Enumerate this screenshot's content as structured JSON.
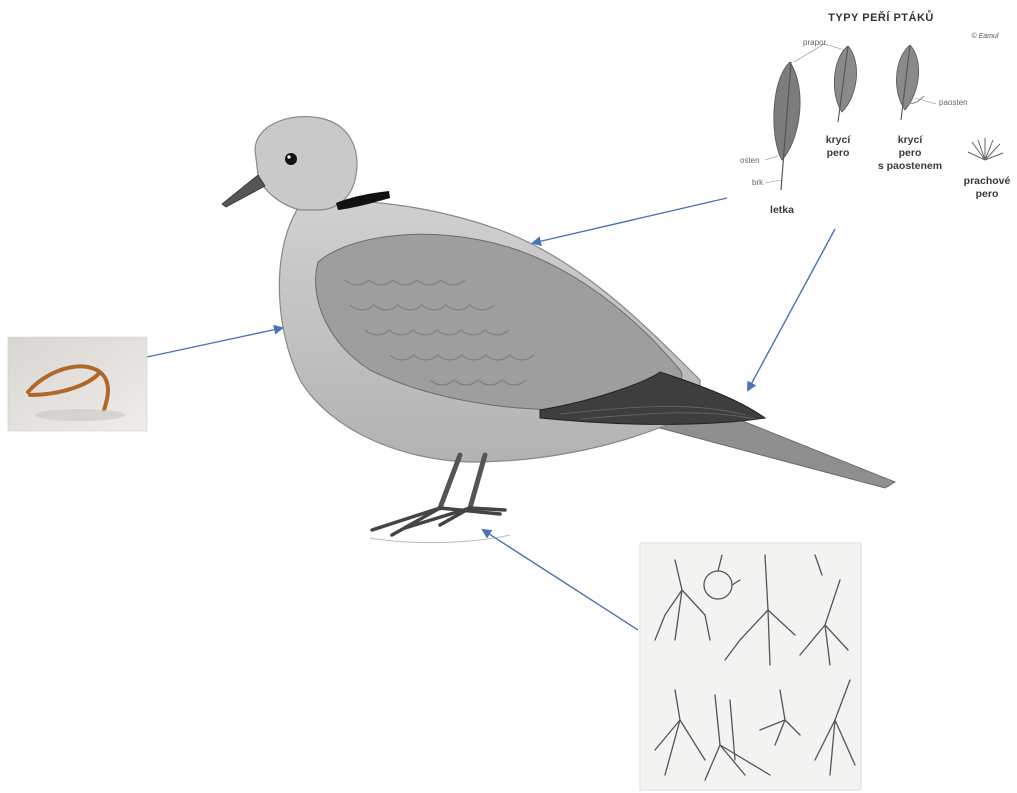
{
  "feather_panel": {
    "title": "TYPY PEŘÍ PTÁKŮ",
    "copyright": "© Eamul",
    "labels": {
      "prapor": "prapor",
      "osten": "osten",
      "brk": "brk",
      "paosten": "paosten",
      "letka": "letka",
      "kryci_pero_1": "krycí",
      "kryci_pero_2": "pero",
      "kryci_paosten_1": "krycí",
      "kryci_paosten_2": "pero",
      "kryci_paosten_3": "s paostenem",
      "prachove_1": "prachové",
      "prachove_2": "pero"
    }
  },
  "colors": {
    "arrow": "#4a72b8",
    "bird_body": "#bdbdbd",
    "bird_wing": "#9a9a9a",
    "bird_primaries": "#3e3e3e",
    "collar": "#111111",
    "wishbone": "#b0672a"
  },
  "icons": {
    "bird": "collared-dove-illustration",
    "wishbone": "wishbone-photo",
    "feet": "bird-feet-sketches"
  }
}
